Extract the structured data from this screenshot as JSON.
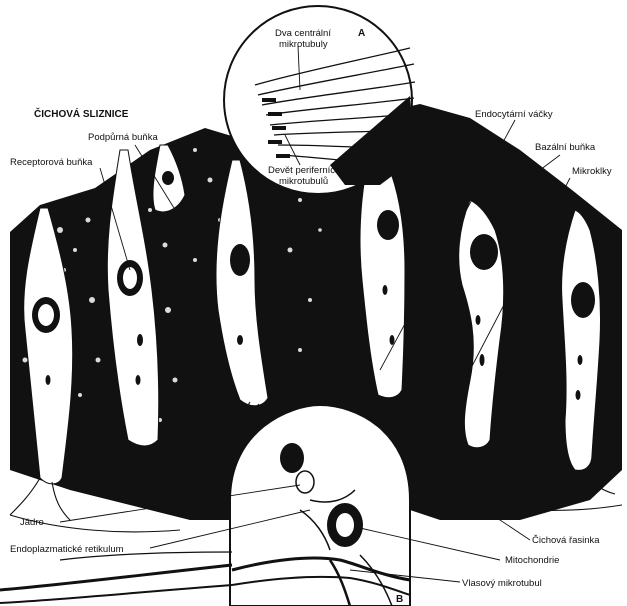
{
  "title": "ČICHOVÁ SLIZNICE",
  "inset_a": {
    "letter": "A",
    "label_central": [
      "Dva centrální",
      "mikrotubuly"
    ],
    "label_peripheral": [
      "Devět periferních",
      "mikrotubulů"
    ]
  },
  "inset_b": {
    "letter": "B"
  },
  "labels": {
    "receptor_cell": "Receptorová buňka",
    "support_cell": "Podpůrná buňka",
    "endocytic_vesicles": "Endocytární váčky",
    "basal_cell": "Bazální buňka",
    "microvilli": "Mikroklky",
    "nucleus": "Jádro",
    "endoplasmic_reticulum": "Endoplazmatické retikulum",
    "mitochondria": "Mitochondrie",
    "olfactory_fiber": "Čichová řasinka",
    "hair_microtubule": "Vlasový mikrotubul"
  },
  "colors": {
    "ink": "#111111",
    "paper": "#ffffff"
  }
}
